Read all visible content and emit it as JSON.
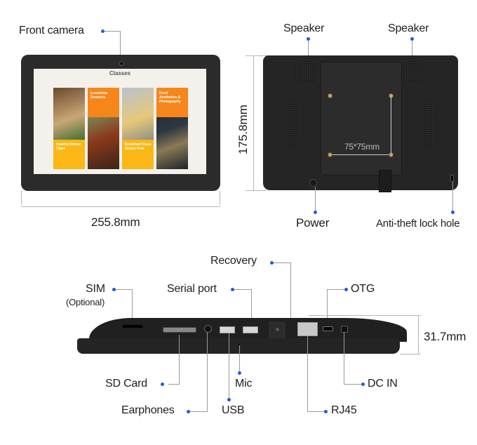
{
  "front_view": {
    "label_front_camera": "Front camera",
    "width_dimension": "255.8mm",
    "screen": {
      "title": "Classes",
      "cards": [
        {
          "title": "Healthy Dinner Class",
          "color": "#fbb715"
        },
        {
          "title": "Luxurious Desserts",
          "color": "#f7861a"
        },
        {
          "title": "Breakfast Class Gluten Free",
          "color": "#fbb715"
        },
        {
          "title": "Food Aesthetics & Photography",
          "color": "#f7861a"
        }
      ]
    }
  },
  "back_view": {
    "label_speaker_left": "Speaker",
    "label_speaker_right": "Speaker",
    "height_dimension": "175.8mm",
    "vesa_label": "75*75mm",
    "label_power": "Power",
    "label_lock": "Anti-theft lock hole"
  },
  "side_view": {
    "labels": {
      "recovery": "Recovery",
      "sim": "SIM",
      "sim_note": "(Optional)",
      "serial_port": "Serial port",
      "otg": "OTG",
      "depth_dimension": "31.7mm",
      "sd_card": "SD Card",
      "mic": "Mic",
      "dc_in": "DC IN",
      "earphones": "Earphones",
      "usb": "USB",
      "rj45": "RJ45"
    }
  },
  "colors": {
    "callout_dot": "#1f5fd6",
    "device_body": "#252525",
    "card_orange": "#f7861a",
    "card_yellow": "#fbb715"
  }
}
